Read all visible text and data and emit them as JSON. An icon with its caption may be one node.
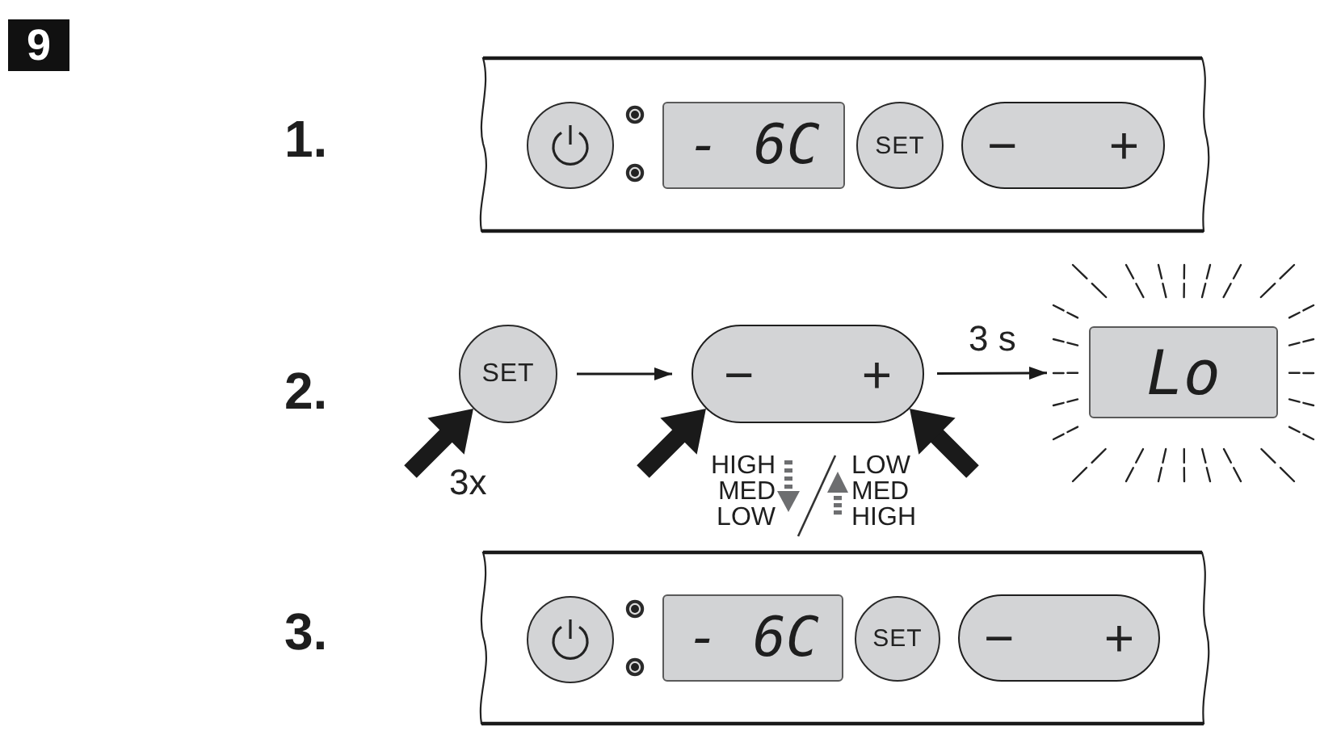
{
  "diagram": {
    "nodes": [
      {
        "text": [
          "9"
        ]
      },
      {
        "text": [],
        "shape": "box"
      },
      {
        "text": [],
        "shape": "circle",
        "in": 1
      },
      {
        "text": [
          "- 6C"
        ],
        "in": 1
      },
      {
        "text": [
          "SET"
        ],
        "in": 1
      },
      {
        "text": [
          "−",
          "+"
        ],
        "in": 1
      },
      {
        "text": [
          "SET"
        ]
      },
      {
        "text": [
          "−",
          "+"
        ]
      },
      {
        "text": [
          "Lo"
        ]
      },
      {
        "text": [],
        "shape": "box"
      },
      {
        "text": [],
        "shape": "circle",
        "in": 9
      },
      {
        "text": [
          "- 6C"
        ],
        "in": 9
      },
      {
        "text": [
          "SET"
        ],
        "in": 9
      },
      {
        "text": [
          "−",
          "+"
        ],
        "in": 9
      }
    ],
    "edges": [
      {
        "from": 6,
        "to": 7,
        "arrow": "to"
      },
      {
        "from": 7,
        "to": 8,
        "arrow": "to",
        "label": "3 s"
      },
      {
        "from": null,
        "to": 6,
        "arrow": "to",
        "label": "3x"
      },
      {
        "from": null,
        "to": 7,
        "arrow": "to"
      },
      {
        "from": null,
        "to": 7,
        "arrow": "to"
      }
    ],
    "labels": [
      "1.",
      "2.",
      "HIGH MED LOW",
      "LOW MED HIGH",
      "3."
    ]
  }
}
